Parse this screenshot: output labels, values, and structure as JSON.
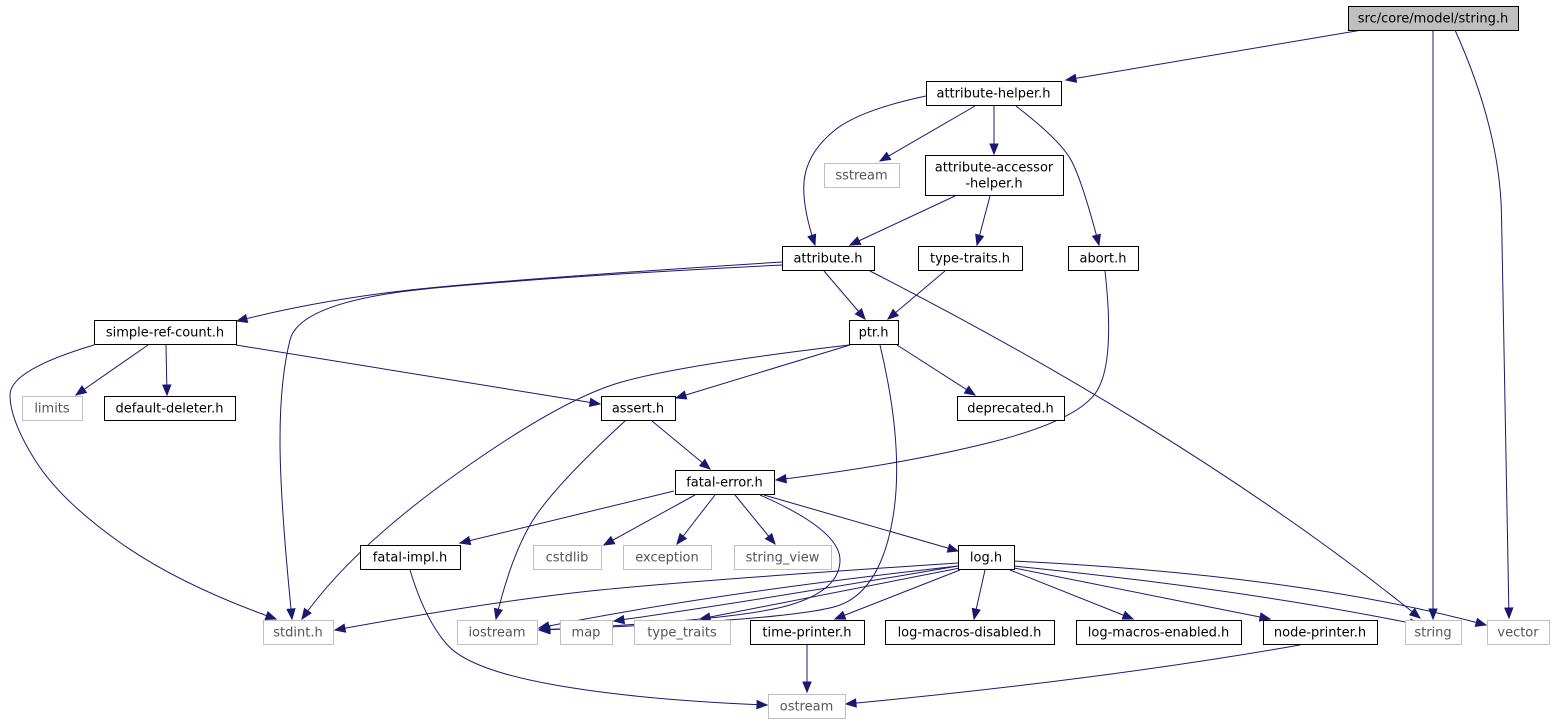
{
  "diagram": {
    "type": "include-dependency-graph",
    "colors": {
      "edge": "#191970",
      "root_fill": "#bfbfbf",
      "external_border": "#bfbfbf",
      "node_border": "#000000"
    },
    "nodes": [
      {
        "id": "string-h-root",
        "label": "src/core/model/string.h",
        "kind": "root"
      },
      {
        "id": "attribute-helper",
        "label": "attribute-helper.h",
        "kind": "normal"
      },
      {
        "id": "sstream",
        "label": "sstream",
        "kind": "external"
      },
      {
        "id": "attribute-accessor-helper",
        "label": [
          "attribute-accessor",
          "-helper.h"
        ],
        "kind": "normal"
      },
      {
        "id": "attribute",
        "label": "attribute.h",
        "kind": "normal"
      },
      {
        "id": "type-traits-h",
        "label": "type-traits.h",
        "kind": "normal"
      },
      {
        "id": "abort",
        "label": "abort.h",
        "kind": "normal"
      },
      {
        "id": "simple-ref-count",
        "label": "simple-ref-count.h",
        "kind": "normal"
      },
      {
        "id": "ptr",
        "label": "ptr.h",
        "kind": "normal"
      },
      {
        "id": "limits",
        "label": "limits",
        "kind": "external"
      },
      {
        "id": "default-deleter",
        "label": "default-deleter.h",
        "kind": "normal"
      },
      {
        "id": "assert",
        "label": "assert.h",
        "kind": "normal"
      },
      {
        "id": "deprecated",
        "label": "deprecated.h",
        "kind": "normal"
      },
      {
        "id": "fatal-error",
        "label": "fatal-error.h",
        "kind": "normal"
      },
      {
        "id": "fatal-impl",
        "label": "fatal-impl.h",
        "kind": "normal"
      },
      {
        "id": "cstdlib",
        "label": "cstdlib",
        "kind": "external"
      },
      {
        "id": "exception",
        "label": "exception",
        "kind": "external"
      },
      {
        "id": "string-view",
        "label": "string_view",
        "kind": "external"
      },
      {
        "id": "log",
        "label": "log.h",
        "kind": "normal"
      },
      {
        "id": "stdint",
        "label": "stdint.h",
        "kind": "external"
      },
      {
        "id": "iostream",
        "label": "iostream",
        "kind": "external"
      },
      {
        "id": "map",
        "label": "map",
        "kind": "external"
      },
      {
        "id": "type-traits",
        "label": "type_traits",
        "kind": "external"
      },
      {
        "id": "time-printer",
        "label": "time-printer.h",
        "kind": "normal"
      },
      {
        "id": "log-macros-disabled",
        "label": "log-macros-disabled.h",
        "kind": "normal"
      },
      {
        "id": "log-macros-enabled",
        "label": "log-macros-enabled.h",
        "kind": "normal"
      },
      {
        "id": "node-printer",
        "label": "node-printer.h",
        "kind": "normal"
      },
      {
        "id": "string",
        "label": "string",
        "kind": "external"
      },
      {
        "id": "vector",
        "label": "vector",
        "kind": "external"
      },
      {
        "id": "ostream",
        "label": "ostream",
        "kind": "external"
      }
    ],
    "edges": [
      [
        "string-h-root",
        "attribute-helper"
      ],
      [
        "string-h-root",
        "string"
      ],
      [
        "string-h-root",
        "vector"
      ],
      [
        "attribute-helper",
        "attribute"
      ],
      [
        "attribute-helper",
        "sstream"
      ],
      [
        "attribute-helper",
        "attribute-accessor-helper"
      ],
      [
        "attribute-helper",
        "abort"
      ],
      [
        "attribute-accessor-helper",
        "attribute"
      ],
      [
        "attribute-accessor-helper",
        "type-traits-h"
      ],
      [
        "attribute",
        "simple-ref-count"
      ],
      [
        "attribute",
        "stdint"
      ],
      [
        "attribute",
        "ptr"
      ],
      [
        "attribute",
        "string"
      ],
      [
        "type-traits-h",
        "ptr"
      ],
      [
        "abort",
        "fatal-error"
      ],
      [
        "simple-ref-count",
        "stdint"
      ],
      [
        "simple-ref-count",
        "limits"
      ],
      [
        "simple-ref-count",
        "default-deleter"
      ],
      [
        "simple-ref-count",
        "assert"
      ],
      [
        "ptr",
        "stdint"
      ],
      [
        "ptr",
        "assert"
      ],
      [
        "ptr",
        "iostream"
      ],
      [
        "ptr",
        "deprecated"
      ],
      [
        "assert",
        "iostream"
      ],
      [
        "assert",
        "fatal-error"
      ],
      [
        "fatal-error",
        "fatal-impl"
      ],
      [
        "fatal-error",
        "cstdlib"
      ],
      [
        "fatal-error",
        "exception"
      ],
      [
        "fatal-error",
        "string-view"
      ],
      [
        "fatal-error",
        "log"
      ],
      [
        "fatal-error",
        "iostream"
      ],
      [
        "fatal-impl",
        "ostream"
      ],
      [
        "log",
        "stdint"
      ],
      [
        "log",
        "iostream"
      ],
      [
        "log",
        "map"
      ],
      [
        "log",
        "type-traits"
      ],
      [
        "log",
        "time-printer"
      ],
      [
        "log",
        "log-macros-disabled"
      ],
      [
        "log",
        "log-macros-enabled"
      ],
      [
        "log",
        "node-printer"
      ],
      [
        "log",
        "string"
      ],
      [
        "log",
        "vector"
      ],
      [
        "time-printer",
        "ostream"
      ],
      [
        "node-printer",
        "ostream"
      ]
    ]
  }
}
